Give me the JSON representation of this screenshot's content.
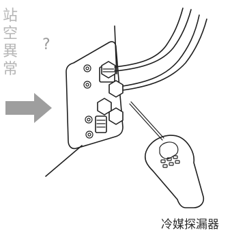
{
  "label_vertical": [
    "站",
    "空",
    "異",
    "常"
  ],
  "question_mark": "?",
  "caption": "冷媒探漏器",
  "colors": {
    "arrow": "#9e9e9e",
    "text_gray": "#b5b5b5",
    "line": "#1e1e1e"
  },
  "icons": {
    "arrow": "right-arrow-icon",
    "unit": "outdoor-unit-valve-panel",
    "detector": "refrigerant-leak-detector"
  }
}
